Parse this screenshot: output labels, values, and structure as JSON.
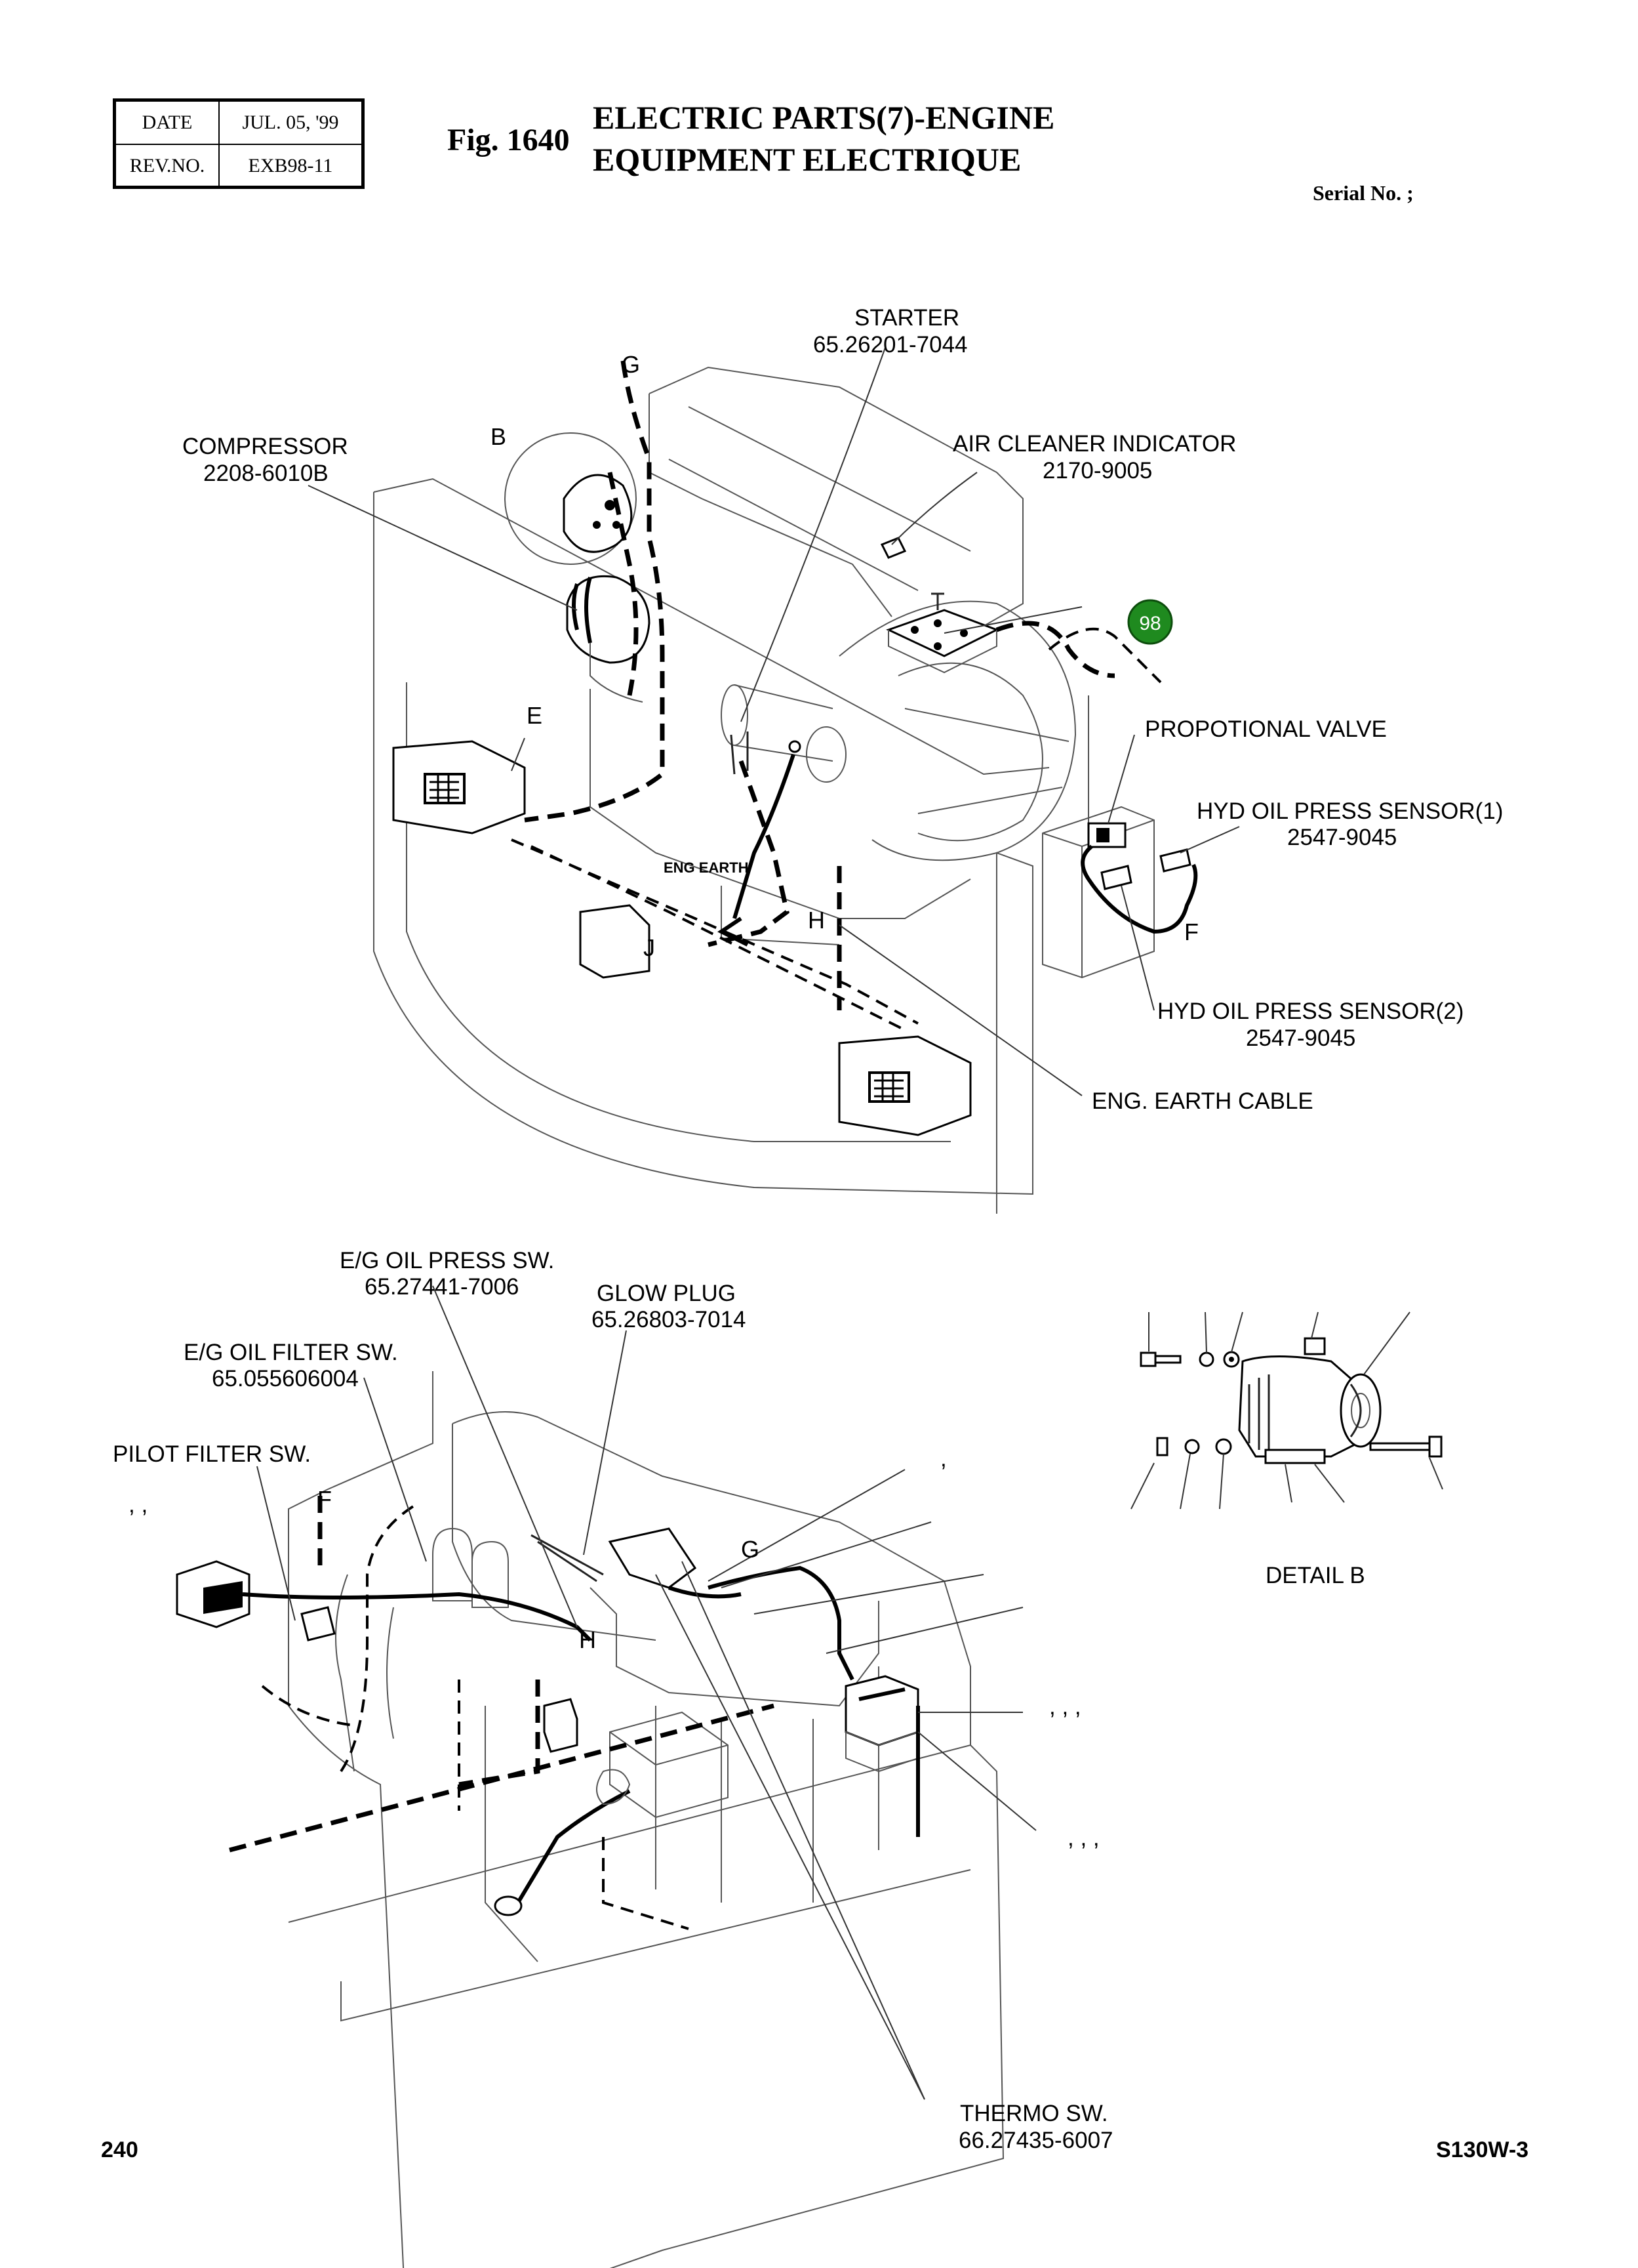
{
  "header": {
    "date_label": "DATE",
    "date_value": "JUL. 05, '99",
    "rev_label": "REV.NO.",
    "rev_value": "EXB98-11",
    "fig_no": "Fig. 1640",
    "title_line1": "ELECTRIC PARTS(7)-ENGINE",
    "title_line2": "EQUIPMENT ELECTRIQUE",
    "serial_label": "Serial No. ;"
  },
  "upper_diagram": {
    "labels": {
      "starter_name": "STARTER",
      "starter_no": "65.26201-7044",
      "compressor_name": "COMPRESSOR",
      "compressor_no": "2208-6010B",
      "air_cleaner_name": "AIR CLEANER INDICATOR",
      "air_cleaner_no": "2170-9005",
      "prop_valve": "PROPOTIONAL VALVE",
      "hyd1_name": "HYD OIL PRESS SENSOR(1)",
      "hyd1_no": "2547-9045",
      "hyd2_name": "HYD OIL PRESS SENSOR(2)",
      "hyd2_no": "2547-9045",
      "eng_earth_cable": "ENG. EARTH CABLE",
      "eng_earth": "ENG EARTH"
    },
    "letters": {
      "g": "G",
      "b": "B",
      "e": "E",
      "h": "H",
      "j": "J",
      "f": "F"
    },
    "badge": {
      "text": "98",
      "color": "#1f8a1f"
    }
  },
  "lower_diagram": {
    "labels": {
      "oil_press_name": "E/G OIL PRESS SW.",
      "oil_press_no": "65.27441-7006",
      "glow_plug_name": "GLOW PLUG",
      "glow_plug_no": "65.26803-7014",
      "oil_filter_name": "E/G OIL FILTER SW.",
      "oil_filter_no": "65.055606004",
      "pilot_filter": "PILOT FILTER SW.",
      "thermo_name": "THERMO SW.",
      "thermo_no": "66.27435-6007",
      "detail_b": "DETAIL  B"
    },
    "letters": {
      "f": "F",
      "g": "G",
      "h": "H"
    },
    "commas": {
      "c1": ",   ,",
      "c2": ",",
      "c3": ",   ,   ,",
      "c4": ",   ,   ,"
    }
  },
  "footer": {
    "page_number": "240",
    "model": "S130W-3"
  }
}
